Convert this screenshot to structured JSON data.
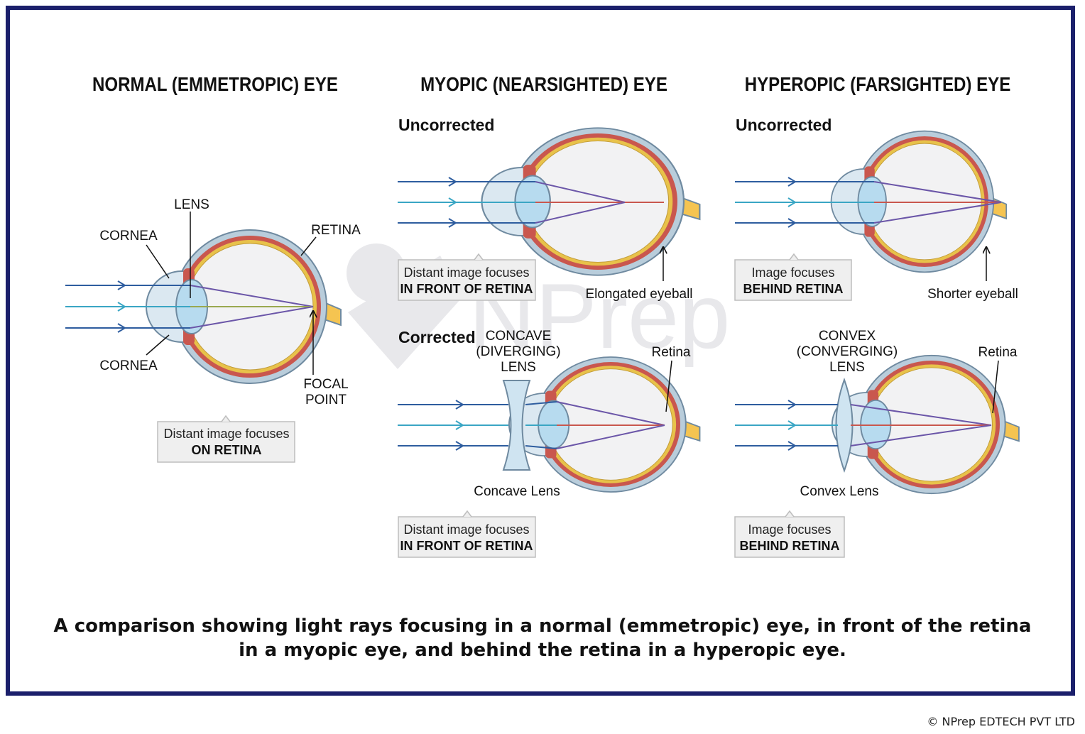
{
  "panels": {
    "normal": {
      "title": "NORMAL (EMMETROPIC) EYE",
      "labels": {
        "lens": "LENS",
        "cornea_top": "CORNEA",
        "retina": "RETINA",
        "cornea_bottom": "CORNEA",
        "focal_line1": "FOCAL",
        "focal_line2": "POINT"
      },
      "box": {
        "line1": "Distant image focuses",
        "line2": "ON RETINA"
      }
    },
    "myopic": {
      "title": "MYOPIC (NEARSIGHTED) EYE",
      "uncorrected": "Uncorrected",
      "corrected": "Corrected",
      "elongated": "Elongated eyeball",
      "box_top": {
        "line1": "Distant image focuses",
        "line2": "IN FRONT OF RETINA"
      },
      "lens_label": {
        "line1": "CONCAVE",
        "line2": "(DIVERGING)",
        "line3": "LENS"
      },
      "retina": "Retina",
      "lens_name": "Concave Lens",
      "box_bottom": {
        "line1": "Distant image focuses",
        "line2": "IN FRONT OF RETINA"
      }
    },
    "hyperopic": {
      "title": "HYPEROPIC (FARSIGHTED) EYE",
      "uncorrected": "Uncorrected",
      "shorter": "Shorter eyeball",
      "box_top": {
        "line1": "Image focuses",
        "line2": "BEHIND RETINA"
      },
      "lens_label": {
        "line1": "CONVEX",
        "line2": "(CONVERGING)",
        "line3": "LENS"
      },
      "retina": "Retina",
      "lens_name": "Convex Lens",
      "box_bottom": {
        "line1": "Image focuses",
        "line2": "BEHIND RETINA"
      }
    }
  },
  "watermark": "NPrep",
  "caption": "A comparison showing light rays focusing in a normal (emmetropic) eye, in front of the retina in a myopic eye, and behind the retina in a hyperopic eye.",
  "copyright": "© NPrep EDTECH PVT LTD",
  "colors": {
    "frame": "#1b1f6b",
    "ray_outer": "#2e5d9f",
    "ray_center": "#3aa6c4",
    "sclera": "#b9cddb",
    "choroid": "#c9574e",
    "retina": "#e8c24a",
    "optic_nerve": "#f5c451",
    "lens": "#b7dbef"
  }
}
